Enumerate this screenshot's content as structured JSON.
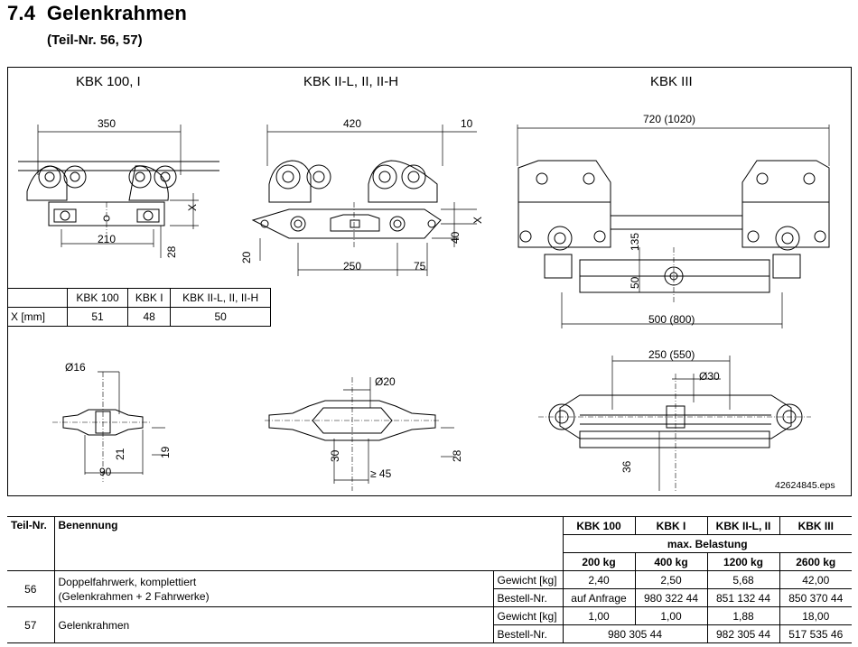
{
  "header": {
    "section_number": "7.4",
    "section_title": "Gelenkrahmen",
    "subtitle": "(Teil-Nr. 56, 57)"
  },
  "drawing": {
    "columns": [
      "KBK 100, I",
      "KBK II-L, II, II-H",
      "KBK III"
    ],
    "dims_kbk100": [
      "350",
      "X",
      "210",
      "28"
    ],
    "dims_kbkII": [
      "420",
      "10",
      "X",
      "40",
      "20",
      "250",
      "75"
    ],
    "dims_kbkIII": [
      "720 (1020)",
      "135",
      "50",
      "500 (800)"
    ],
    "detail_kbk100": [
      "Ø16",
      "21",
      "19",
      "90"
    ],
    "detail_kbkII": [
      "Ø20",
      "30",
      "28",
      "≥ 45"
    ],
    "detail_kbkIII": [
      "250 (550)",
      "Ø30",
      "36"
    ],
    "drawing_code": "42624845.eps"
  },
  "x_table": {
    "headers": [
      "",
      "KBK 100",
      "KBK I",
      "KBK II-L, II, II-H"
    ],
    "row": [
      "X [mm]",
      "51",
      "48",
      "50"
    ]
  },
  "parts_table": {
    "col_part": "Teil-Nr.",
    "col_name": "Benennung",
    "models": [
      "KBK 100",
      "KBK I",
      "KBK II-L, II",
      "KBK III"
    ],
    "load_label": "max. Belastung",
    "loads": [
      "200 kg",
      "400 kg",
      "1200 kg",
      "2600 kg"
    ],
    "rows": [
      {
        "part": "56",
        "name_line1": "Doppelfahrwerk, komplettiert",
        "name_line2": "(Gelenkrahmen + 2 Fahrwerke)",
        "weight_label": "Gewicht [kg]",
        "weights": [
          "2,40",
          "2,50",
          "5,68",
          "42,00"
        ],
        "order_label": "Bestell-Nr.",
        "orders": [
          "auf Anfrage",
          "980 322 44",
          "851 132 44",
          "850 370 44"
        ]
      },
      {
        "part": "57",
        "name_line1": "Gelenkrahmen",
        "weight_label": "Gewicht [kg]",
        "weights": [
          "1,00",
          "1,00",
          "1,88",
          "18,00"
        ],
        "order_label": "Bestell-Nr.",
        "order_shared": "980 305 44",
        "orders_rest": [
          "982 305 44",
          "517 535 46"
        ]
      }
    ]
  }
}
